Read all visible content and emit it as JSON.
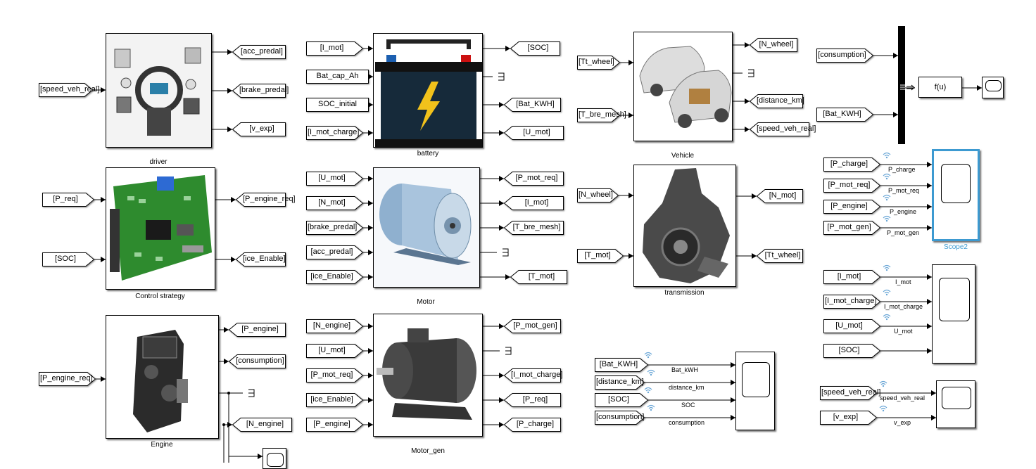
{
  "blocks": {
    "driver": "driver",
    "battery": "battery",
    "vehicle": "Vehicle",
    "control": "Control strategy",
    "motor": "Motor",
    "transmission": "transmission",
    "engine": "Engine",
    "motor_gen": "Motor_gen",
    "scope2": "Scope2",
    "fcn": "f(u)"
  },
  "tags": {
    "speed_veh_real": "[speed_veh_real]",
    "acc_predal": "[acc_predal]",
    "brake_predal": "[brake_predal]",
    "v_exp": "[v_exp]",
    "I_mot": "[I_mot]",
    "Bat_cap_Ah": "Bat_cap_Ah",
    "SOC_initial": "SOC_initial",
    "I_mot_charge": "[I_mot_charge]",
    "SOC": "[SOC]",
    "Bat_KWH": "[Bat_KWH]",
    "U_mot": "[U_mot]",
    "Tt_wheel": "[Tt_wheel]",
    "T_bre_mesh": "[T_bre_mesh]",
    "N_wheel": "[N_wheel]",
    "distance_km": "[distance_km]",
    "consumption": "[consumption]",
    "P_req": "[P_req]",
    "P_engine_req": "[P_engine_req]",
    "ice_Enable": "[ice_Enable]",
    "N_mot": "[N_mot]",
    "P_mot_req": "[P_mot_req]",
    "T_mot": "[T_mot]",
    "N_engine": "[N_engine]",
    "P_engine": "[P_engine]",
    "P_mot_gen": "[P_mot_gen]",
    "P_charge": "[P_charge]",
    "Bat_kWH_small": "[Bat_KWH]"
  },
  "signals": {
    "P_charge": "P_charge",
    "P_mot_req": "P_mot_req",
    "P_engine": "P_engine",
    "P_mot_gen": "P_mot_gen",
    "I_mot": "I_mot",
    "I_mot_charge": "I_mot_charge",
    "U_mot": "U_mot",
    "Bat_kWH": "Bat_kWH",
    "distance_km": "distance_km",
    "SOC": "SOC",
    "consumption": "consumption",
    "speed_veh_real": "speed_veh_real",
    "v_exp": "v_exp"
  },
  "colors": {
    "selection": "#3d9ad1",
    "battery_bolt": "#f2c21b",
    "pcb_green": "#2e8b2e",
    "motor_blue": "#a9c4dd"
  }
}
